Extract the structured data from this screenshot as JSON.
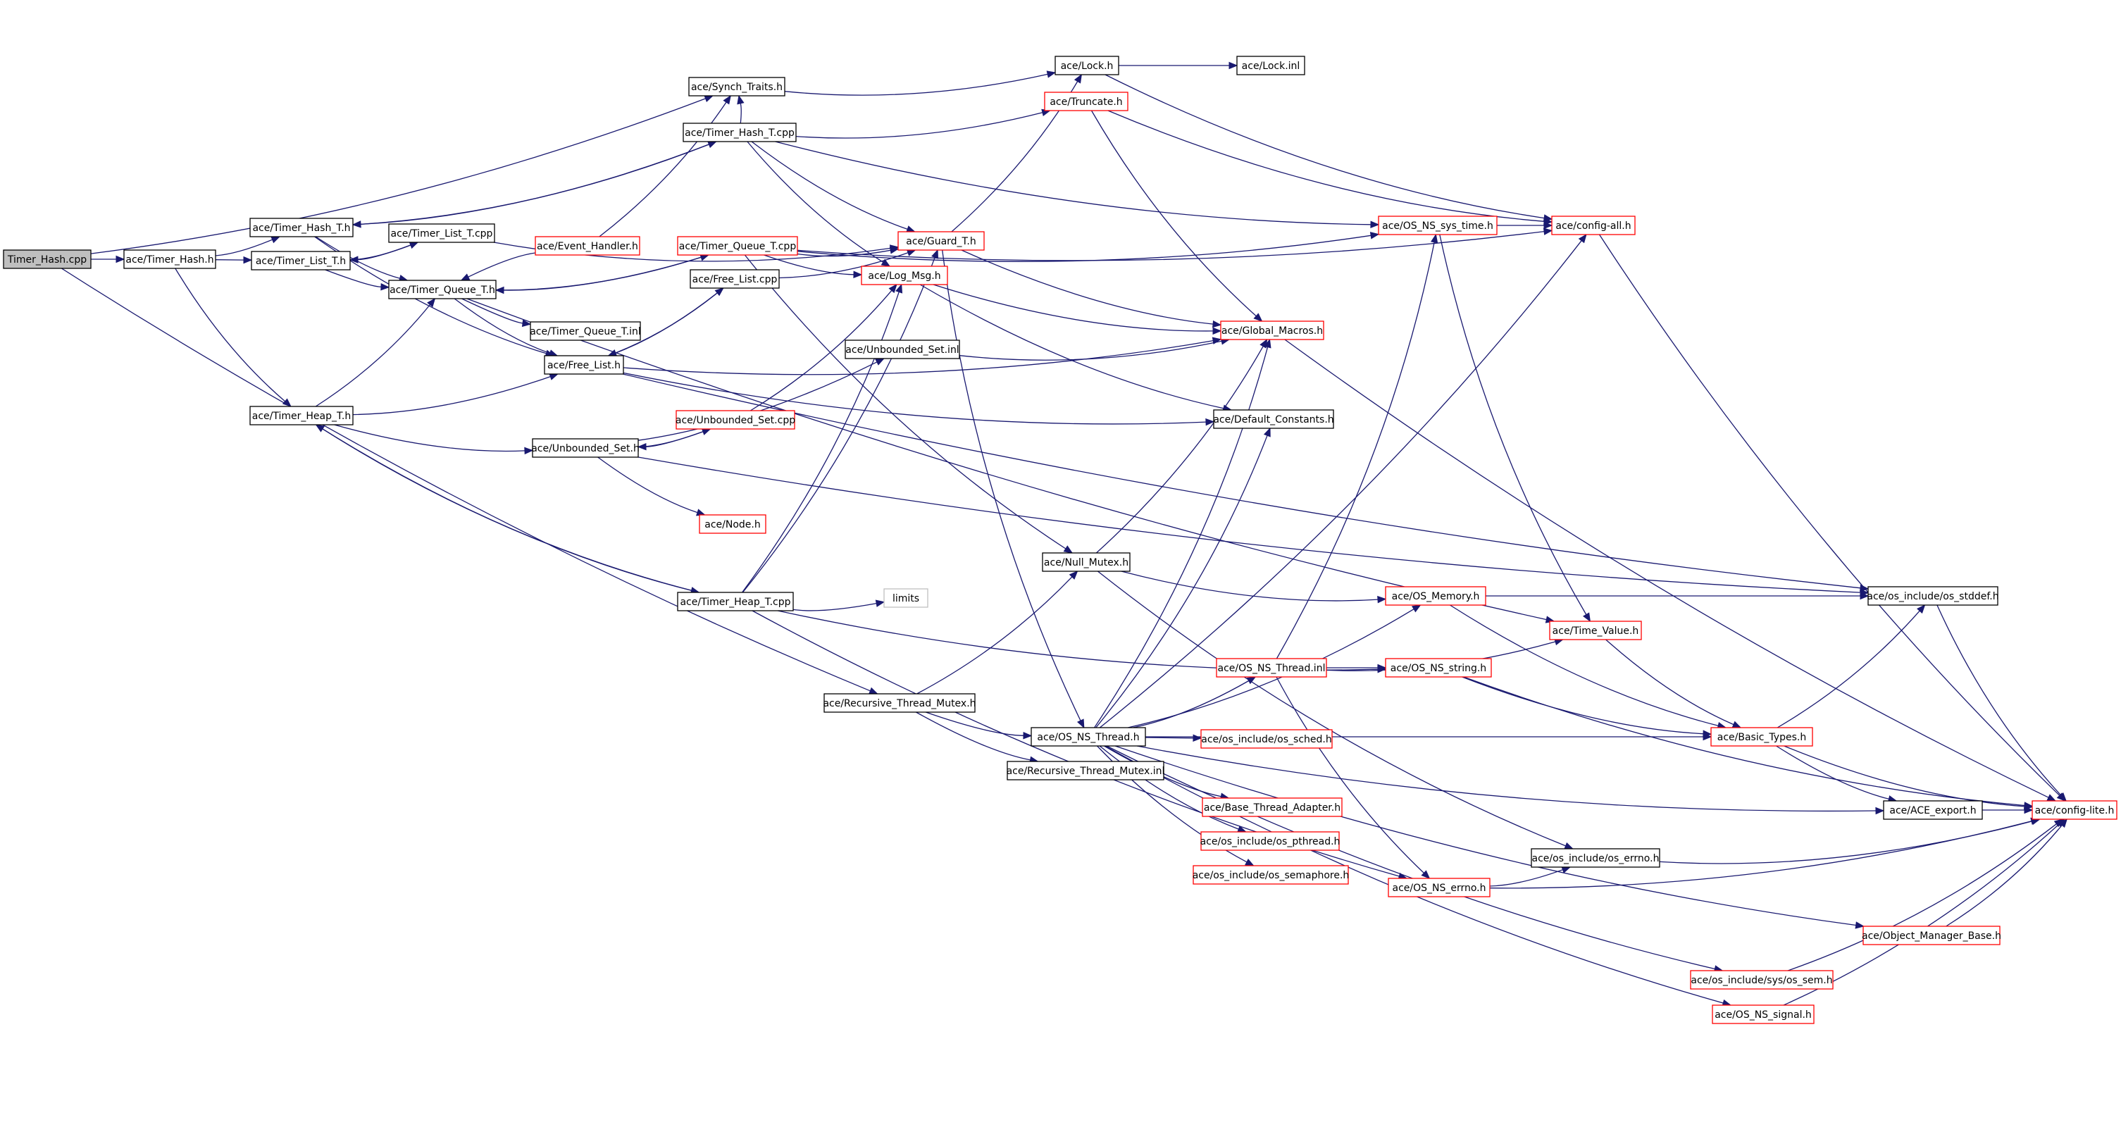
{
  "graph": {
    "colors": {
      "edge": "#191970",
      "box_default": "#000000",
      "box_incomplete": "#ff0000",
      "box_external": "#bfbfbf",
      "root_fill": "#bfbfbf",
      "node_fill": "#ffffff"
    },
    "nodes": [
      {
        "id": "timer_hash_cpp",
        "label": "Timer_Hash.cpp",
        "kind": "root"
      },
      {
        "id": "timer_hash_h",
        "label": "ace/Timer_Hash.h",
        "kind": "normal"
      },
      {
        "id": "synch_traits",
        "label": "ace/Synch_Traits.h",
        "kind": "normal"
      },
      {
        "id": "lock_h",
        "label": "ace/Lock.h",
        "kind": "normal"
      },
      {
        "id": "lock_inl",
        "label": "ace/Lock.inl",
        "kind": "normal"
      },
      {
        "id": "timer_hash_t_cpp",
        "label": "ace/Timer_Hash_T.cpp",
        "kind": "normal"
      },
      {
        "id": "truncate",
        "label": "ace/Truncate.h",
        "kind": "incomplete"
      },
      {
        "id": "timer_hash_t_h",
        "label": "ace/Timer_Hash_T.h",
        "kind": "normal"
      },
      {
        "id": "timer_list_t_cpp",
        "label": "ace/Timer_List_T.cpp",
        "kind": "normal"
      },
      {
        "id": "timer_list_t_h",
        "label": "ace/Timer_List_T.h",
        "kind": "normal"
      },
      {
        "id": "event_handler",
        "label": "ace/Event_Handler.h",
        "kind": "incomplete"
      },
      {
        "id": "timer_queue_t_cpp",
        "label": "ace/Timer_Queue_T.cpp",
        "kind": "incomplete"
      },
      {
        "id": "guard_t",
        "label": "ace/Guard_T.h",
        "kind": "incomplete"
      },
      {
        "id": "log_msg",
        "label": "ace/Log_Msg.h",
        "kind": "incomplete"
      },
      {
        "id": "timer_queue_t_h",
        "label": "ace/Timer_Queue_T.h",
        "kind": "normal"
      },
      {
        "id": "free_list_cpp",
        "label": "ace/Free_List.cpp",
        "kind": "normal"
      },
      {
        "id": "timer_queue_t_inl",
        "label": "ace/Timer_Queue_T.inl",
        "kind": "normal"
      },
      {
        "id": "free_list_h",
        "label": "ace/Free_List.h",
        "kind": "normal"
      },
      {
        "id": "unbounded_set_inl",
        "label": "ace/Unbounded_Set.inl",
        "kind": "normal"
      },
      {
        "id": "os_ns_sys_time",
        "label": "ace/OS_NS_sys_time.h",
        "kind": "incomplete"
      },
      {
        "id": "config_all",
        "label": "ace/config-all.h",
        "kind": "incomplete"
      },
      {
        "id": "global_macros",
        "label": "ace/Global_Macros.h",
        "kind": "incomplete"
      },
      {
        "id": "default_constants",
        "label": "ace/Default_Constants.h",
        "kind": "normal"
      },
      {
        "id": "timer_heap_t_h",
        "label": "ace/Timer_Heap_T.h",
        "kind": "normal"
      },
      {
        "id": "unbounded_set_cpp",
        "label": "ace/Unbounded_Set.cpp",
        "kind": "incomplete"
      },
      {
        "id": "unbounded_set_h",
        "label": "ace/Unbounded_Set.h",
        "kind": "normal"
      },
      {
        "id": "node_h",
        "label": "ace/Node.h",
        "kind": "incomplete"
      },
      {
        "id": "null_mutex",
        "label": "ace/Null_Mutex.h",
        "kind": "normal"
      },
      {
        "id": "os_memory",
        "label": "ace/OS_Memory.h",
        "kind": "incomplete"
      },
      {
        "id": "os_stddef",
        "label": "ace/os_include/os_stddef.h",
        "kind": "normal"
      },
      {
        "id": "timer_heap_t_cpp",
        "label": "ace/Timer_Heap_T.cpp",
        "kind": "normal"
      },
      {
        "id": "limits",
        "label": "limits",
        "kind": "external"
      },
      {
        "id": "time_value",
        "label": "ace/Time_Value.h",
        "kind": "incomplete"
      },
      {
        "id": "os_ns_thread_inl",
        "label": "ace/OS_NS_Thread.inl",
        "kind": "incomplete"
      },
      {
        "id": "os_ns_string",
        "label": "ace/OS_NS_string.h",
        "kind": "incomplete"
      },
      {
        "id": "recursive_thread_mutex_h",
        "label": "ace/Recursive_Thread_Mutex.h",
        "kind": "normal"
      },
      {
        "id": "os_ns_thread_h",
        "label": "ace/OS_NS_Thread.h",
        "kind": "normal"
      },
      {
        "id": "os_sched",
        "label": "ace/os_include/os_sched.h",
        "kind": "incomplete"
      },
      {
        "id": "basic_types",
        "label": "ace/Basic_Types.h",
        "kind": "incomplete"
      },
      {
        "id": "recursive_thread_mutex_inl",
        "label": "ace/Recursive_Thread_Mutex.inl",
        "kind": "normal"
      },
      {
        "id": "base_thread_adapter",
        "label": "ace/Base_Thread_Adapter.h",
        "kind": "incomplete"
      },
      {
        "id": "ace_export",
        "label": "ace/ACE_export.h",
        "kind": "normal"
      },
      {
        "id": "config_lite",
        "label": "ace/config-lite.h",
        "kind": "incomplete"
      },
      {
        "id": "os_pthread",
        "label": "ace/os_include/os_pthread.h",
        "kind": "incomplete"
      },
      {
        "id": "os_errno_h",
        "label": "ace/os_include/os_errno.h",
        "kind": "normal"
      },
      {
        "id": "os_semaphore",
        "label": "ace/os_include/os_semaphore.h",
        "kind": "incomplete"
      },
      {
        "id": "os_ns_errno",
        "label": "ace/OS_NS_errno.h",
        "kind": "incomplete"
      },
      {
        "id": "object_manager_base",
        "label": "ace/Object_Manager_Base.h",
        "kind": "incomplete"
      },
      {
        "id": "sys_os_sem",
        "label": "ace/os_include/sys/os_sem.h",
        "kind": "incomplete"
      },
      {
        "id": "os_ns_signal",
        "label": "ace/OS_NS_signal.h",
        "kind": "incomplete"
      }
    ],
    "edges": [
      [
        "timer_hash_cpp",
        "timer_hash_h"
      ],
      [
        "timer_hash_cpp",
        "synch_traits"
      ],
      [
        "timer_hash_cpp",
        "recursive_thread_mutex_h"
      ],
      [
        "timer_hash_h",
        "timer_hash_t_h"
      ],
      [
        "timer_hash_h",
        "timer_list_t_h"
      ],
      [
        "timer_hash_h",
        "timer_heap_t_h"
      ],
      [
        "synch_traits",
        "lock_h"
      ],
      [
        "lock_h",
        "lock_inl"
      ],
      [
        "lock_h",
        "config_all"
      ],
      [
        "timer_hash_t_h",
        "timer_queue_t_h"
      ],
      [
        "timer_hash_t_h",
        "free_list_h"
      ],
      [
        "timer_hash_t_h",
        "timer_hash_t_cpp"
      ],
      [
        "timer_hash_t_cpp",
        "timer_hash_t_h"
      ],
      [
        "timer_hash_t_cpp",
        "truncate"
      ],
      [
        "timer_hash_t_cpp",
        "guard_t"
      ],
      [
        "timer_hash_t_cpp",
        "log_msg"
      ],
      [
        "timer_hash_t_cpp",
        "os_ns_sys_time"
      ],
      [
        "timer_hash_t_cpp",
        "synch_traits"
      ],
      [
        "timer_list_t_h",
        "timer_queue_t_h"
      ],
      [
        "timer_list_t_h",
        "timer_list_t_cpp"
      ],
      [
        "timer_list_t_cpp",
        "timer_list_t_h"
      ],
      [
        "timer_list_t_cpp",
        "guard_t"
      ],
      [
        "timer_queue_t_h",
        "free_list_h"
      ],
      [
        "timer_queue_t_h",
        "timer_queue_t_inl"
      ],
      [
        "timer_queue_t_h",
        "timer_queue_t_cpp"
      ],
      [
        "timer_queue_t_h",
        "time_value"
      ],
      [
        "timer_queue_t_cpp",
        "timer_queue_t_h"
      ],
      [
        "timer_queue_t_cpp",
        "guard_t"
      ],
      [
        "timer_queue_t_cpp",
        "log_msg"
      ],
      [
        "timer_queue_t_cpp",
        "null_mutex"
      ],
      [
        "timer_queue_t_cpp",
        "os_ns_sys_time"
      ],
      [
        "timer_queue_t_cpp",
        "config_all"
      ],
      [
        "event_handler",
        "timer_queue_t_h"
      ],
      [
        "event_handler",
        "synch_traits"
      ],
      [
        "free_list_h",
        "free_list_cpp"
      ],
      [
        "free_list_h",
        "global_macros"
      ],
      [
        "free_list_h",
        "default_constants"
      ],
      [
        "free_list_h",
        "os_stddef"
      ],
      [
        "free_list_cpp",
        "free_list_h"
      ],
      [
        "free_list_cpp",
        "guard_t"
      ],
      [
        "timer_heap_t_h",
        "timer_queue_t_h"
      ],
      [
        "timer_heap_t_h",
        "free_list_h"
      ],
      [
        "timer_heap_t_h",
        "unbounded_set_h"
      ],
      [
        "timer_heap_t_h",
        "timer_heap_t_cpp"
      ],
      [
        "timer_heap_t_cpp",
        "timer_heap_t_h"
      ],
      [
        "timer_heap_t_cpp",
        "guard_t"
      ],
      [
        "timer_heap_t_cpp",
        "log_msg"
      ],
      [
        "timer_heap_t_cpp",
        "limits"
      ],
      [
        "timer_heap_t_cpp",
        "os_ns_string"
      ],
      [
        "timer_heap_t_cpp",
        "os_ns_errno"
      ],
      [
        "unbounded_set_h",
        "unbounded_set_inl"
      ],
      [
        "unbounded_set_h",
        "unbounded_set_cpp"
      ],
      [
        "unbounded_set_h",
        "node_h"
      ],
      [
        "unbounded_set_h",
        "os_stddef"
      ],
      [
        "unbounded_set_cpp",
        "unbounded_set_h"
      ],
      [
        "unbounded_set_cpp",
        "log_msg"
      ],
      [
        "unbounded_set_inl",
        "global_macros"
      ],
      [
        "guard_t",
        "lock_h"
      ],
      [
        "guard_t",
        "global_macros"
      ],
      [
        "guard_t",
        "os_ns_thread_h"
      ],
      [
        "log_msg",
        "global_macros"
      ],
      [
        "log_msg",
        "default_constants"
      ],
      [
        "truncate",
        "config_all"
      ],
      [
        "truncate",
        "global_macros"
      ],
      [
        "os_ns_sys_time",
        "config_all"
      ],
      [
        "os_ns_sys_time",
        "time_value"
      ],
      [
        "config_all",
        "config_lite"
      ],
      [
        "global_macros",
        "config_lite"
      ],
      [
        "null_mutex",
        "global_macros"
      ],
      [
        "null_mutex",
        "os_memory"
      ],
      [
        "null_mutex",
        "os_errno_h"
      ],
      [
        "recursive_thread_mutex_h",
        "null_mutex"
      ],
      [
        "recursive_thread_mutex_h",
        "os_ns_thread_h"
      ],
      [
        "recursive_thread_mutex_h",
        "recursive_thread_mutex_inl"
      ],
      [
        "os_ns_thread_h",
        "global_macros"
      ],
      [
        "os_ns_thread_h",
        "default_constants"
      ],
      [
        "os_ns_thread_h",
        "config_all"
      ],
      [
        "os_ns_thread_h",
        "os_memory"
      ],
      [
        "os_ns_thread_h",
        "os_ns_thread_inl"
      ],
      [
        "os_ns_thread_h",
        "os_sched"
      ],
      [
        "os_ns_thread_h",
        "basic_types"
      ],
      [
        "os_ns_thread_h",
        "base_thread_adapter"
      ],
      [
        "os_ns_thread_h",
        "os_pthread"
      ],
      [
        "os_ns_thread_h",
        "os_semaphore"
      ],
      [
        "os_ns_thread_h",
        "ace_export"
      ],
      [
        "os_ns_thread_h",
        "object_manager_base"
      ],
      [
        "os_ns_thread_h",
        "sys_os_sem"
      ],
      [
        "os_ns_thread_h",
        "os_ns_signal"
      ],
      [
        "os_ns_thread_inl",
        "os_ns_sys_time"
      ],
      [
        "os_ns_thread_inl",
        "time_value"
      ],
      [
        "os_ns_thread_inl",
        "os_ns_string"
      ],
      [
        "os_ns_thread_inl",
        "os_ns_errno"
      ],
      [
        "os_memory",
        "os_stddef"
      ],
      [
        "os_memory",
        "basic_types"
      ],
      [
        "time_value",
        "basic_types"
      ],
      [
        "os_ns_string",
        "basic_types"
      ],
      [
        "os_ns_string",
        "config_lite"
      ],
      [
        "basic_types",
        "os_stddef"
      ],
      [
        "basic_types",
        "ace_export"
      ],
      [
        "basic_types",
        "config_lite"
      ],
      [
        "os_stddef",
        "config_lite"
      ],
      [
        "ace_export",
        "config_lite"
      ],
      [
        "os_ns_errno",
        "os_errno_h"
      ],
      [
        "os_ns_errno",
        "config_lite"
      ],
      [
        "os_errno_h",
        "config_lite"
      ],
      [
        "object_manager_base",
        "config_lite"
      ],
      [
        "sys_os_sem",
        "config_lite"
      ],
      [
        "os_ns_signal",
        "config_lite"
      ]
    ]
  }
}
